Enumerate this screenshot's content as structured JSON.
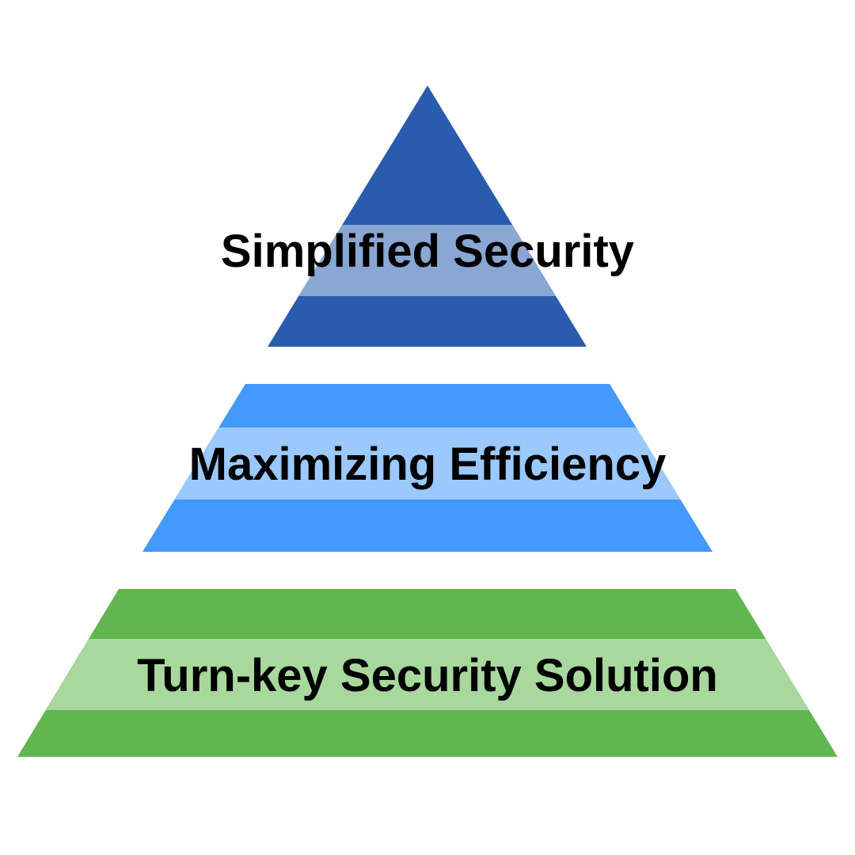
{
  "pyramid": {
    "tiers": [
      {
        "label": "Simplified Security",
        "color_dark": "#2a5cad",
        "color_light": "#8aa6d2"
      },
      {
        "label": "Maximizing Efficiency",
        "color_dark": "#4399fc",
        "color_light": "#9bc8fd"
      },
      {
        "label": "Turn-key Security Solution",
        "color_dark": "#62b64f",
        "color_light": "#a8d89e"
      }
    ]
  }
}
